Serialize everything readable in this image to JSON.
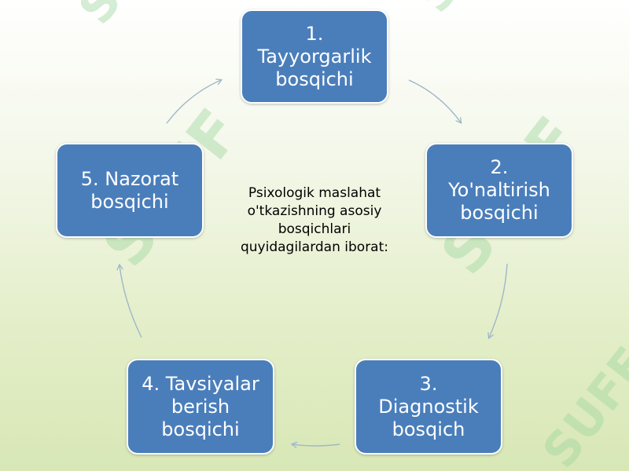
{
  "diagram": {
    "center_text": "Psixologik maslahat o'tkazishning asosiy bosqichlari quyidagilardan iborat:",
    "stages": [
      {
        "lines": [
          "1.",
          "Tayyorgarlik",
          "bosqichi"
        ]
      },
      {
        "lines": [
          "2.",
          "Yo'naltirish",
          "bosqichi"
        ]
      },
      {
        "lines": [
          "3.",
          "Diagnostik",
          "bosqich"
        ]
      },
      {
        "lines": [
          "4. Tavsiyalar",
          "berish",
          "bosqichi"
        ]
      },
      {
        "lines": [
          "5. Nazorat",
          "bosqichi"
        ]
      }
    ]
  },
  "colors": {
    "box_fill": "#4a7ebb",
    "box_border": "#ffffff",
    "box_text": "#ffffff",
    "arrow": "#9fb7c9",
    "watermark": "#9fd69f"
  },
  "watermark": {
    "text": "SUFF"
  }
}
